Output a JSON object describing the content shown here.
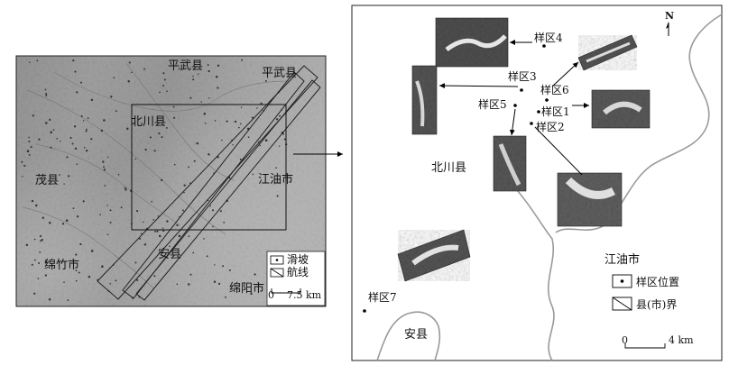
{
  "left_map": {
    "county_labels": [
      "平武县",
      "平武县",
      "北川县",
      "茂县",
      "江油市",
      "安县",
      "绵竹市",
      "绵阳市"
    ],
    "legend": {
      "landslide": "滑坡",
      "flight_line": "航线"
    },
    "scale": {
      "zero": "0",
      "value": "7.5 km"
    }
  },
  "right_map": {
    "north": "N",
    "sample_labels": [
      "样区1",
      "样区2",
      "样区3",
      "样区4",
      "样区5",
      "样区6",
      "样区7"
    ],
    "county_labels": [
      "北川县",
      "江油市",
      "安县"
    ],
    "legend": {
      "sample_location": "样区位置",
      "county_boundary": "县(市)界"
    },
    "scale": {
      "zero": "0",
      "value": "4 km"
    }
  }
}
